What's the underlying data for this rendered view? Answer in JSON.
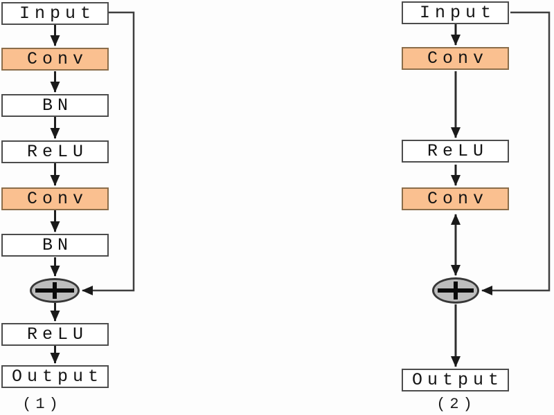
{
  "figure": {
    "background": "#fdfdfd",
    "colors": {
      "conv_fill": "#FAC090",
      "plain_box_fill": "#ffffff",
      "box_border": "#4c4c4c",
      "add_circle_fill": "#bdbdbd",
      "arrow_color": "#1f1f1f",
      "skip_line_color": "#3f3f3f",
      "text_color": "#141414"
    },
    "diagrams": [
      {
        "caption": "(1)",
        "add_symbol": "+",
        "has_skip_connection": true,
        "nodes": [
          {
            "label": "Input"
          },
          {
            "label": "Conv"
          },
          {
            "label": "BN"
          },
          {
            "label": "ReLU"
          },
          {
            "label": "Conv"
          },
          {
            "label": "BN"
          },
          {
            "label": "+",
            "type": "add"
          },
          {
            "label": "ReLU"
          },
          {
            "label": "Output"
          }
        ]
      },
      {
        "caption": "(2)",
        "add_symbol": "+",
        "has_skip_connection": true,
        "nodes": [
          {
            "label": "Input"
          },
          {
            "label": "Conv"
          },
          {
            "label": "ReLU"
          },
          {
            "label": "Conv"
          },
          {
            "label": "+",
            "type": "add"
          },
          {
            "label": "Output"
          }
        ]
      }
    ]
  }
}
